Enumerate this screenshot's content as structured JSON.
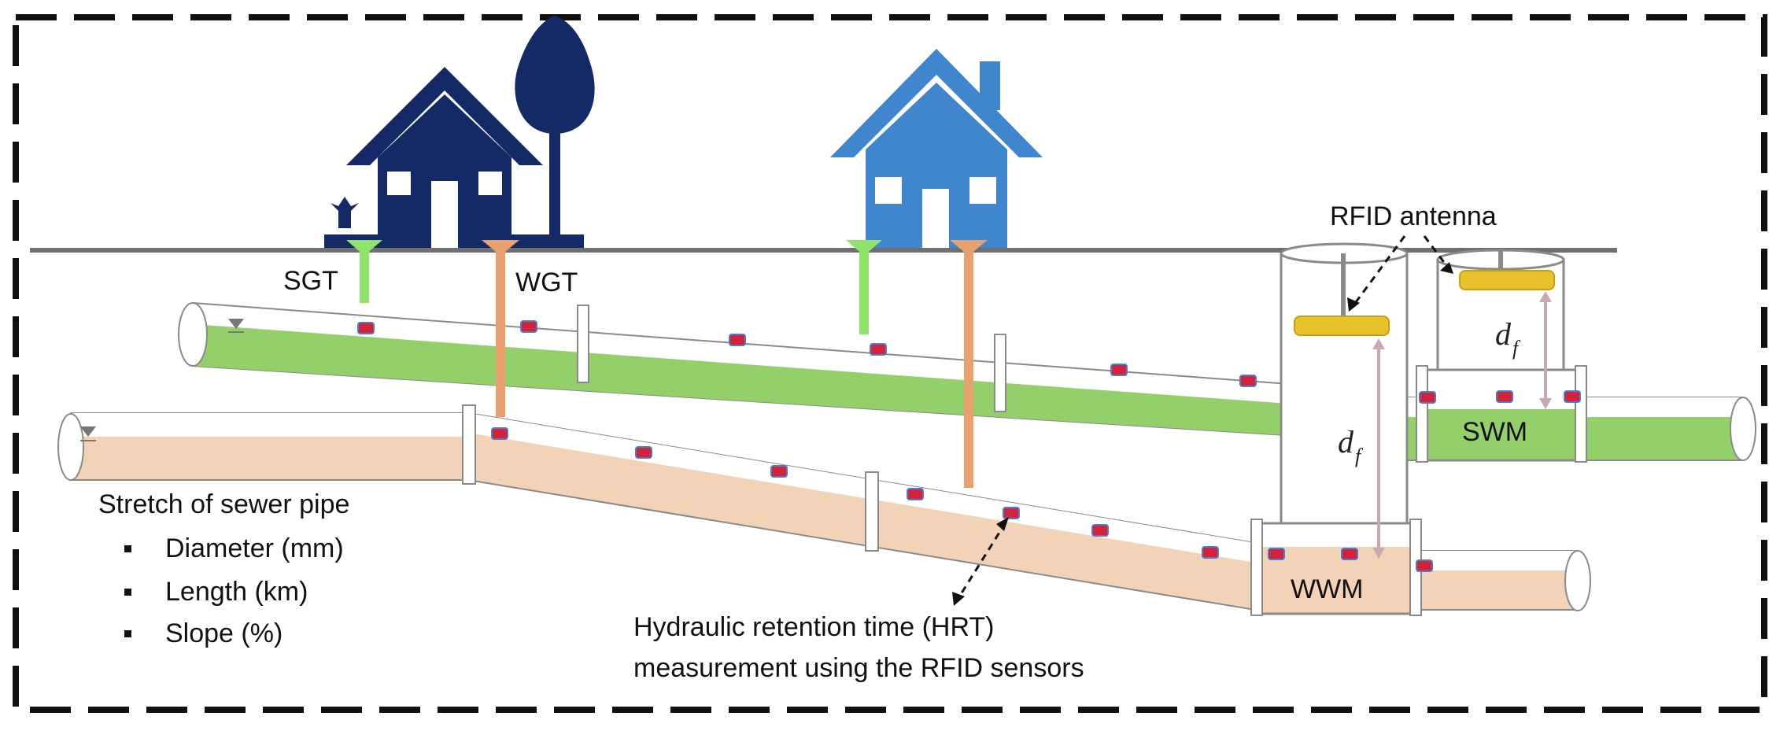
{
  "labels": {
    "sgt": "SGT",
    "wgt": "WGT",
    "rfid_antenna": "RFID antenna",
    "swm": "SWM",
    "wwm": "WWM",
    "df_symbol": "d",
    "df_subscript": "f"
  },
  "pipe_info": {
    "title": "Stretch of sewer pipe",
    "bullets": [
      "Diameter (mm)",
      "Length (km)",
      "Slope (%)"
    ]
  },
  "hrt_caption": {
    "line1": "Hydraulic retention time (HRT)",
    "line2": "measurement using the RFID sensors"
  },
  "colors": {
    "house_dark": "#142a66",
    "house_light": "#3f86cf",
    "ground": "#6f6f6f",
    "storm_water": "#93d06a",
    "waste_water": "#f3d3b8",
    "storm_gully": "#8fe26a",
    "waste_gully": "#e8a06f",
    "antenna": "#e8c22a",
    "sensor": "#d2233a",
    "pipe_outline": "#8a8a8a",
    "border": "#111111"
  }
}
